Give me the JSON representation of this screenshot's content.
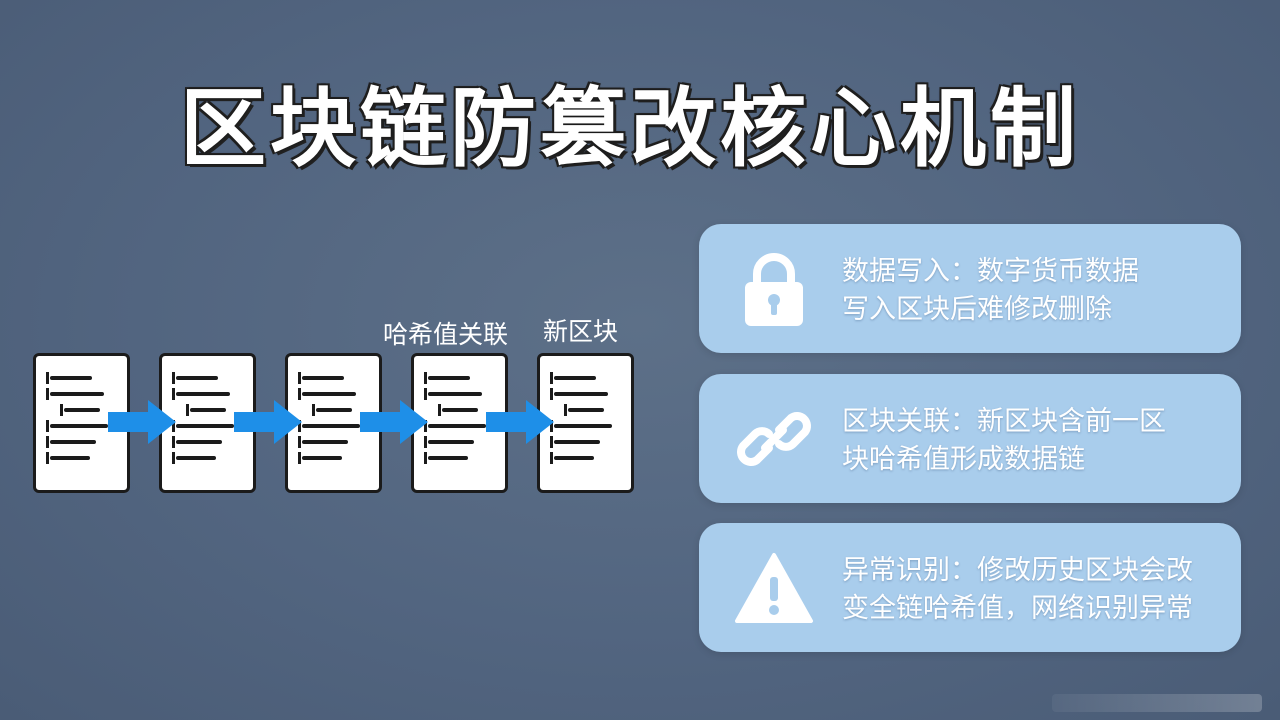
{
  "title": "区块链防篡改核心机制",
  "diagram": {
    "block_count": 5,
    "labels": {
      "hash_link": "哈希值关联",
      "new_block": "新区块"
    }
  },
  "cards": [
    {
      "icon": "lock-icon",
      "line1": "数据写入：数字货币数据",
      "line2": "写入区块后难修改删除"
    },
    {
      "icon": "chain-link-icon",
      "line1": "区块关联：新区块含前一区",
      "line2": "块哈希值形成数据链"
    },
    {
      "icon": "warning-icon",
      "line1": "异常识别：修改历史区块会改",
      "line2": "变全链哈希值，网络识别异常"
    }
  ],
  "colors": {
    "background": "#526580",
    "card": "#a9cdec",
    "arrow": "#1e8fe8",
    "block_border": "#1b1b1b"
  }
}
